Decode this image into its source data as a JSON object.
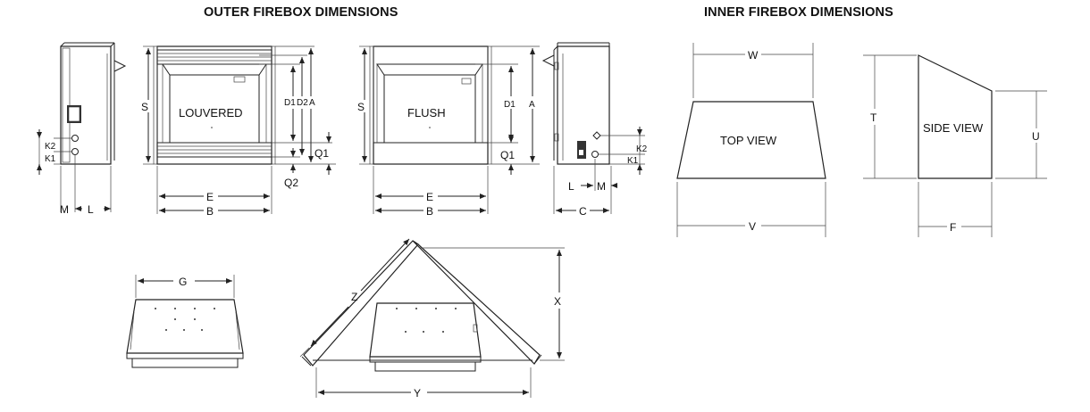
{
  "headings": {
    "outer": "OUTER FIREBOX DIMENSIONS",
    "inner": "INNER FIREBOX DIMENSIONS"
  },
  "view_labels": {
    "louvered": "LOUVERED",
    "flush": "FLUSH",
    "top_view": "TOP VIEW",
    "side_view": "SIDE VIEW"
  },
  "dims": {
    "A": "A",
    "B": "B",
    "C": "C",
    "D1": "D1",
    "D2": "D2",
    "E": "E",
    "F": "F",
    "G": "G",
    "K1": "K1",
    "K2": "K2",
    "L": "L",
    "M": "M",
    "Q1": "Q1",
    "Q2": "Q2",
    "S": "S",
    "T": "T",
    "U": "U",
    "V": "V",
    "W": "W",
    "X": "X",
    "Y": "Y",
    "Z": "Z"
  }
}
